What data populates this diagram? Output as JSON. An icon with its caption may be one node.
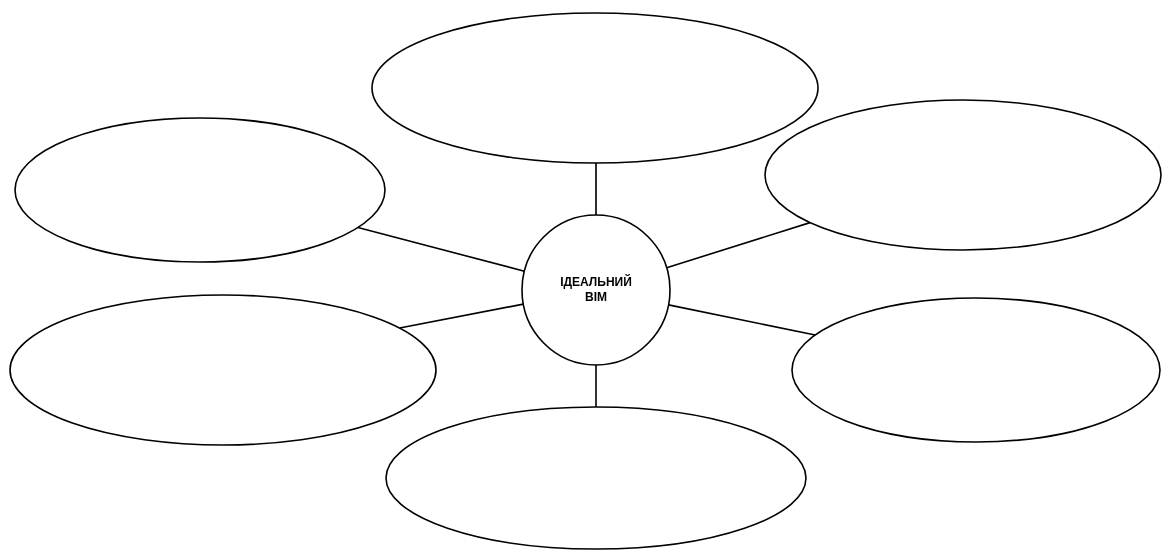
{
  "diagram": {
    "nodes": [
      {
        "text": [
          "ІДЕАЛЬНИЙ ВІМ"
        ]
      },
      {
        "text": [],
        "shape": "ellipse"
      },
      {
        "text": [],
        "shape": "ellipse"
      },
      {
        "text": [],
        "shape": "ellipse"
      },
      {
        "text": [],
        "shape": "ellipse"
      },
      {
        "text": [],
        "shape": "ellipse"
      },
      {
        "text": [],
        "shape": "ellipse"
      }
    ],
    "edges": [
      {
        "from": 0,
        "to": 1,
        "arrow": "none"
      },
      {
        "from": 0,
        "to": 2,
        "arrow": "none"
      },
      {
        "from": 0,
        "to": 3,
        "arrow": "none"
      },
      {
        "from": 0,
        "to": 4,
        "arrow": "none"
      },
      {
        "from": 0,
        "to": 5,
        "arrow": "none"
      },
      {
        "from": 0,
        "to": 6,
        "arrow": "none"
      }
    ]
  }
}
